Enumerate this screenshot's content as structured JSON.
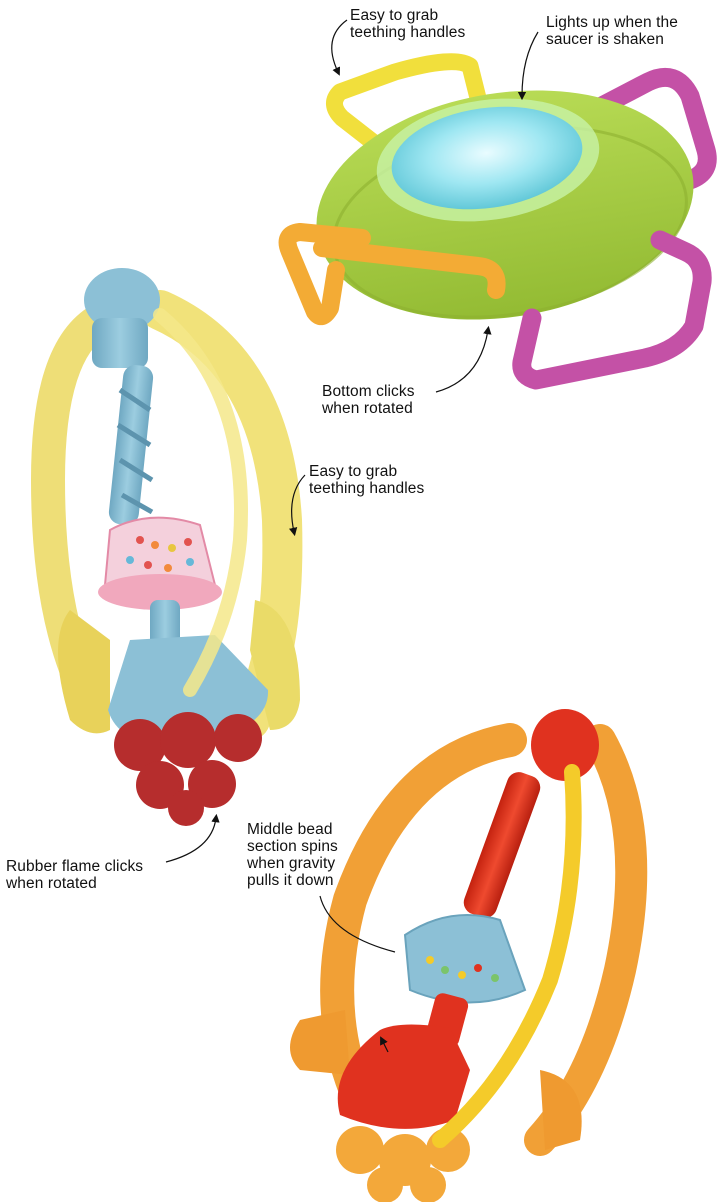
{
  "colors": {
    "saucer_green": "#a6cc42",
    "saucer_light": "#9fe7f2",
    "handle_yellow": "#f1df3c",
    "handle_orange": "#f3ab35",
    "handle_magenta": "#c451a6",
    "rocket_blue": "#8cc0d6",
    "rocket_yellow": "#eede77",
    "rocket_red": "#b62d2d",
    "bead_pink": "#f1a8bd",
    "rocket2_red": "#e0321f",
    "rocket2_orange": "#f1a036",
    "rocket2_yellow": "#f4cb2a"
  },
  "annotations": {
    "saucer_handles": "Easy to grab\nteething handles",
    "saucer_lights": "Lights up when the\nsaucer is shaken",
    "saucer_bottom": "Bottom clicks\nwhen rotated",
    "rocket_handles": "Easy to grab\nteething handles",
    "rocket_flame": "Rubber flame clicks\nwhen rotated",
    "rocket_bead": "Middle bead\nsection spins\nwhen gravity\npulls it down"
  }
}
